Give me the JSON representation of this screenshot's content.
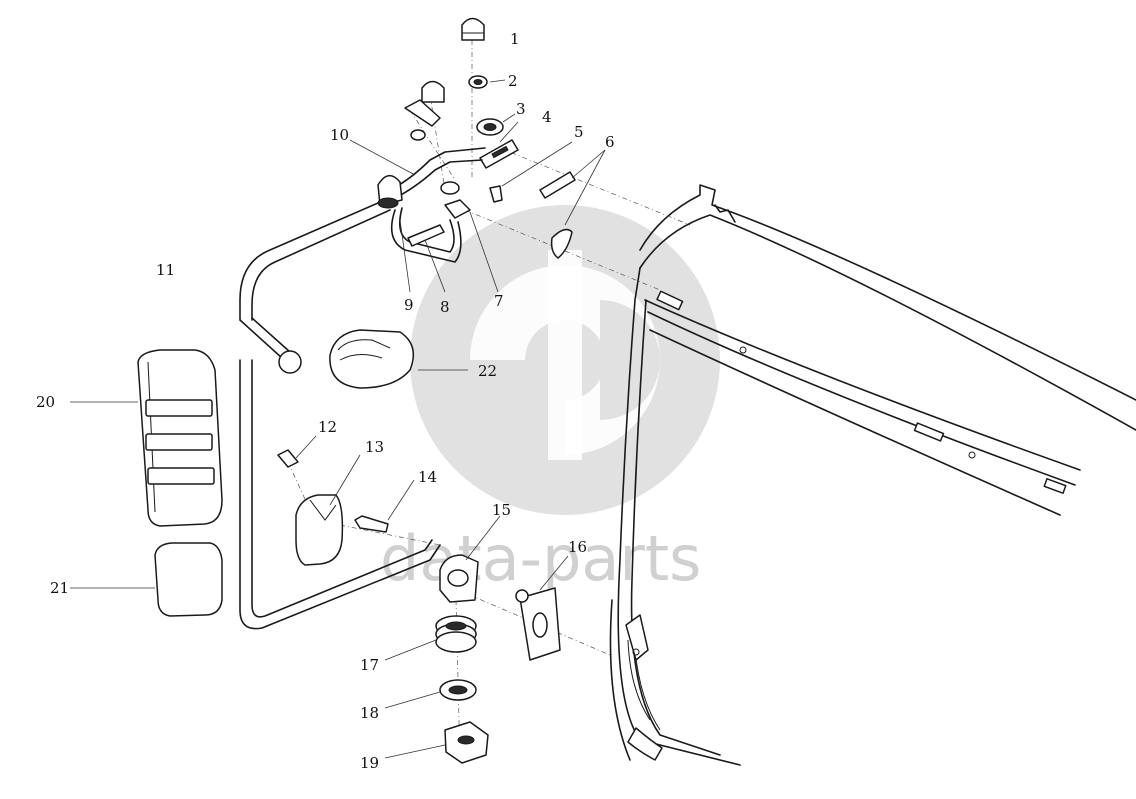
{
  "watermark": {
    "text": "data-parts",
    "color": "#c8c8c8"
  },
  "callouts": [
    "1",
    "2",
    "3",
    "4",
    "5",
    "6",
    "7",
    "8",
    "9",
    "10",
    "11",
    "12",
    "13",
    "14",
    "15",
    "16",
    "17",
    "18",
    "19",
    "20",
    "21",
    "22"
  ]
}
